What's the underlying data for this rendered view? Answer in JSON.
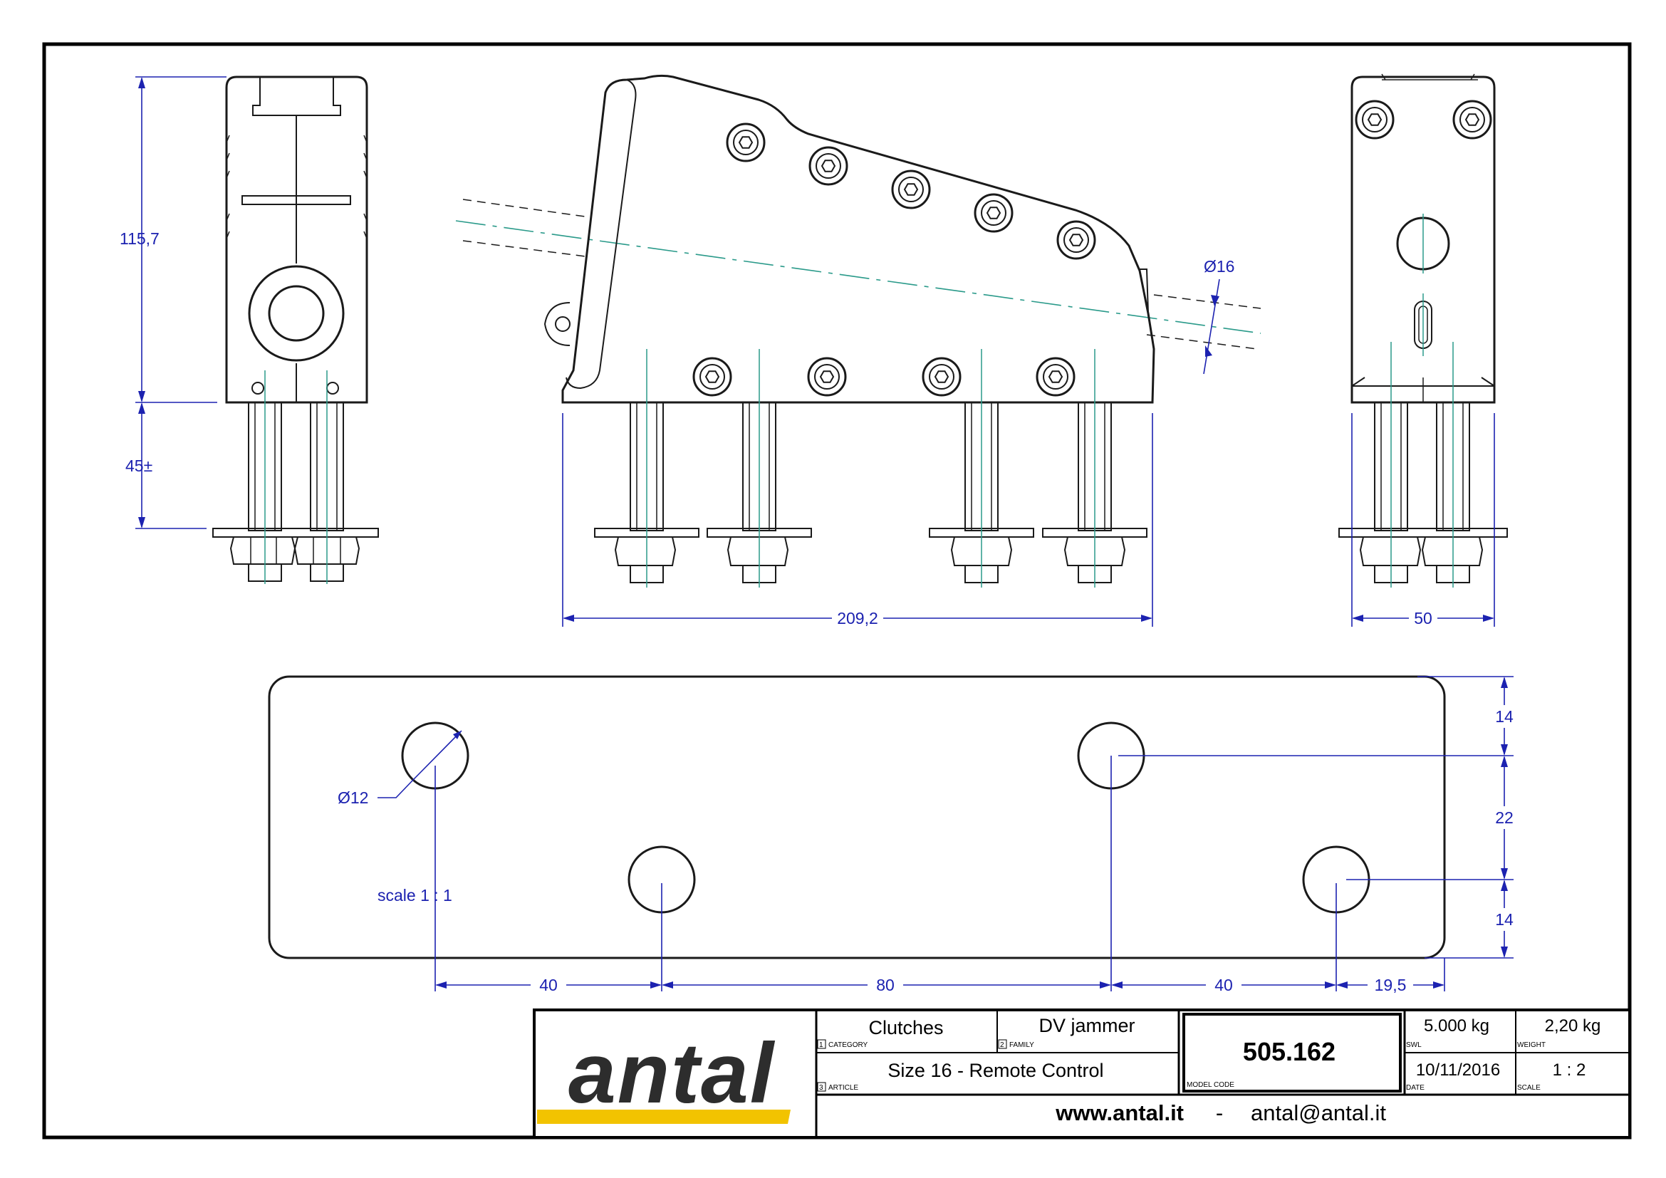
{
  "dimensions": {
    "height_upper": "115,7",
    "height_lower": "45±",
    "length": "209,2",
    "width": "50",
    "rope_diameter": "Ø16",
    "hole_diameter": "Ø12",
    "scale_note": "scale 1 : 1",
    "spacing_left": "40",
    "spacing_middle": "80",
    "spacing_right": "40",
    "edge_offset": "19,5",
    "offset_top": "14",
    "offset_middle": "22",
    "offset_bottom": "14"
  },
  "title_block": {
    "logo_text": "antal",
    "category": {
      "value": "Clutches",
      "number": "1",
      "label": "CATEGORY"
    },
    "family": {
      "value": "DV jammer",
      "number": "2",
      "label": "FAMILY"
    },
    "article": {
      "value": "Size 16 - Remote Control",
      "number": "3",
      "label": "ARTICLE"
    },
    "model_code": {
      "value": "505.162",
      "label": "MODEL CODE"
    },
    "swl": {
      "value": "5.000 kg",
      "label": "SWL"
    },
    "weight": {
      "value": "2,20 kg",
      "label": "WEIGHT"
    },
    "date": {
      "value": "10/11/2016",
      "label": "DATE"
    },
    "scale": {
      "value": "1 : 2",
      "label": "SCALE"
    },
    "website": "www.antal.it",
    "separator": "-",
    "email": "antal@antal.it"
  },
  "colors": {
    "dimension": "#1c22b0",
    "centerline": "#2a9a8a",
    "logo_stripe": "#f2c300",
    "logo_text": "#2d2d2d"
  }
}
